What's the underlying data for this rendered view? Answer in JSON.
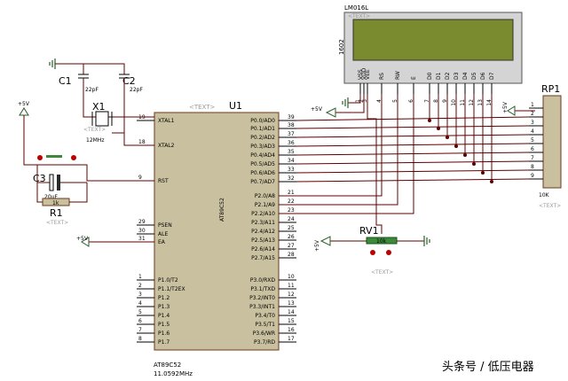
{
  "mcu": {
    "ref": "U1",
    "part": "AT89C52",
    "body_text": "AT89C52",
    "freq": "11.0592MHz",
    "left_pins": [
      {
        "num": "19",
        "name": "XTAL1"
      },
      {
        "num": "18",
        "name": "XTAL2"
      },
      {
        "num": "9",
        "name": "RST"
      },
      {
        "num": "29",
        "name": "PSEN"
      },
      {
        "num": "30",
        "name": "ALE"
      },
      {
        "num": "31",
        "name": "EA"
      },
      {
        "num": "1",
        "name": "P1.0/T2"
      },
      {
        "num": "2",
        "name": "P1.1/T2EX"
      },
      {
        "num": "3",
        "name": "P1.2"
      },
      {
        "num": "4",
        "name": "P1.3"
      },
      {
        "num": "5",
        "name": "P1.4"
      },
      {
        "num": "6",
        "name": "P1.5"
      },
      {
        "num": "7",
        "name": "P1.6"
      },
      {
        "num": "8",
        "name": "P1.7"
      }
    ],
    "right_pins": [
      {
        "num": "39",
        "name": "P0.0/AD0"
      },
      {
        "num": "38",
        "name": "P0.1/AD1"
      },
      {
        "num": "37",
        "name": "P0.2/AD2"
      },
      {
        "num": "36",
        "name": "P0.3/AD3"
      },
      {
        "num": "35",
        "name": "P0.4/AD4"
      },
      {
        "num": "34",
        "name": "P0.5/AD5"
      },
      {
        "num": "33",
        "name": "P0.6/AD6"
      },
      {
        "num": "32",
        "name": "P0.7/AD7"
      },
      {
        "num": "21",
        "name": "P2.0/A8"
      },
      {
        "num": "22",
        "name": "P2.1/A9"
      },
      {
        "num": "23",
        "name": "P2.2/A10"
      },
      {
        "num": "24",
        "name": "P2.3/A11"
      },
      {
        "num": "25",
        "name": "P2.4/A12"
      },
      {
        "num": "26",
        "name": "P2.5/A13"
      },
      {
        "num": "27",
        "name": "P2.6/A14"
      },
      {
        "num": "28",
        "name": "P2.7/A15"
      },
      {
        "num": "10",
        "name": "P3.0/RXD"
      },
      {
        "num": "11",
        "name": "P3.1/TXD"
      },
      {
        "num": "12",
        "name": "P3.2/INT0"
      },
      {
        "num": "13",
        "name": "P3.3/INT1"
      },
      {
        "num": "14",
        "name": "P3.4/T0"
      },
      {
        "num": "15",
        "name": "P3.5/T1"
      },
      {
        "num": "16",
        "name": "P3.6/WR"
      },
      {
        "num": "17",
        "name": "P3.7/RD"
      }
    ]
  },
  "lcd": {
    "ref": "LM016L",
    "text_tag": "<TEXT>",
    "model": "1602",
    "pins": [
      {
        "num": "1",
        "name": "VSS"
      },
      {
        "num": "2",
        "name": "VDD"
      },
      {
        "num": "3",
        "name": "VEE"
      },
      {
        "num": "4",
        "name": "RS"
      },
      {
        "num": "5",
        "name": "RW"
      },
      {
        "num": "6",
        "name": "E"
      },
      {
        "num": "7",
        "name": "D0"
      },
      {
        "num": "8",
        "name": "D1"
      },
      {
        "num": "9",
        "name": "D2"
      },
      {
        "num": "10",
        "name": "D3"
      },
      {
        "num": "11",
        "name": "D4"
      },
      {
        "num": "12",
        "name": "D5"
      },
      {
        "num": "13",
        "name": "D6"
      },
      {
        "num": "14",
        "name": "D7"
      }
    ]
  },
  "rp1": {
    "ref": "RP1",
    "value": "10K",
    "text_tag": "<TEXT>",
    "pins": [
      "1",
      "2",
      "3",
      "4",
      "5",
      "6",
      "7",
      "8",
      "9"
    ]
  },
  "c1": {
    "ref": "C1",
    "value": "22pF"
  },
  "c2": {
    "ref": "C2",
    "value": "22pF"
  },
  "c3": {
    "ref": "C3",
    "value": "20uF"
  },
  "x1": {
    "ref": "X1",
    "value": "12MHz",
    "text_tag": "<TEXT>"
  },
  "r1": {
    "ref": "R1",
    "value": "1k",
    "text_tag": "<TEXT>"
  },
  "rv1": {
    "ref": "RV1",
    "value": "10k",
    "text_tag": "<TEXT>"
  },
  "power": {
    "label": "+5V"
  },
  "watermark": "头条号 / 低压电器"
}
